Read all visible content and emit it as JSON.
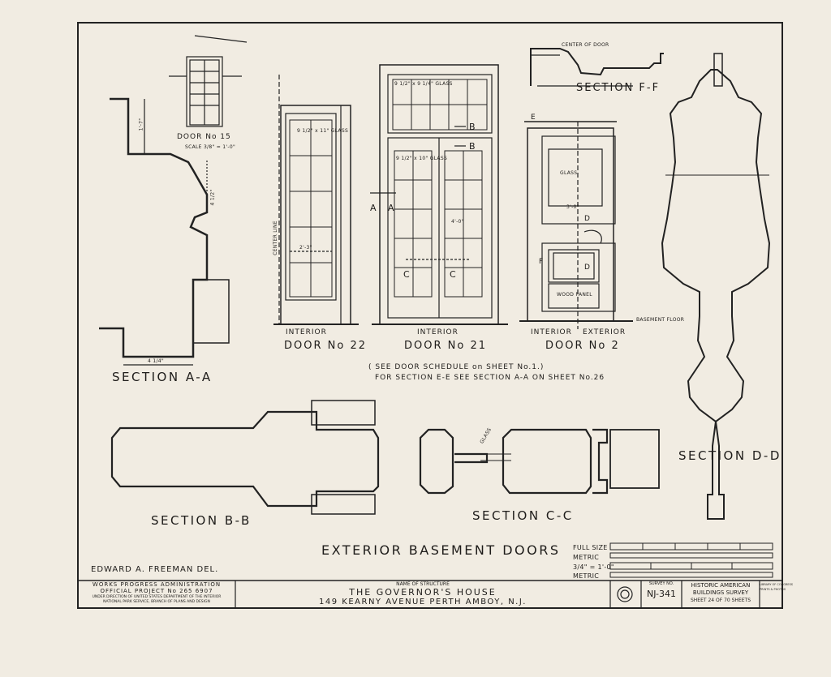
{
  "drawing": {
    "title": "EXTERIOR BASEMENT DOORS",
    "delineator": "EDWARD A. FREEMAN DEL.",
    "notes": [
      "( SEE DOOR SCHEDULE on SHEET No.1.)",
      "FOR SECTION E-E SEE SECTION A-A ON SHEET No.26"
    ]
  },
  "views": {
    "door15": {
      "label": "DOOR No 15",
      "scale": "SCALE 3/8\" = 1'-0\""
    },
    "door22": {
      "label": "DOOR No 22",
      "sub": "INTERIOR",
      "dim": "2'-3\"",
      "centerline": "CENTER LINE",
      "glass": "9 1/2\" x 11\" GLASS"
    },
    "door21": {
      "label": "DOOR No 21",
      "sub": "INTERIOR",
      "dim": "4'-0\"",
      "glass_top": "9 1/2\" x 9 1/4\" GLASS",
      "glass_low": "9 1/2\" x 10\" GLASS"
    },
    "door2": {
      "label": "DOOR No 2",
      "sub_left": "INTERIOR",
      "sub_right": "EXTERIOR",
      "dim": "3'-0\"",
      "glass": "GLASS",
      "floor": "BASEMENT FLOOR",
      "panel": "WOOD PANEL"
    },
    "sectionAA": {
      "label": "SECTION A-A",
      "dims": [
        "1'-7\"",
        "4 1/2\"",
        "4 1/4\""
      ]
    },
    "sectionBB": {
      "label": "SECTION B-B"
    },
    "sectionCC": {
      "label": "SECTION C-C",
      "glass": "GLASS"
    },
    "sectionDD": {
      "label": "SECTION D-D"
    },
    "sectionFF": {
      "label": "SECTION F-F",
      "note": "CENTER OF DOOR"
    },
    "markers": {
      "A": "A",
      "B": "B",
      "C": "C",
      "D": "D",
      "E": "E",
      "F": "F"
    }
  },
  "scale_bar": {
    "labels": [
      "FULL SIZE",
      "METRIC",
      "3/4\" = 1'-0\"",
      "METRIC"
    ]
  },
  "title_block": {
    "agency_line1": "WORKS PROGRESS ADMINISTRATION",
    "agency_line2": "OFFICIAL PROJECT No 265 6907",
    "agency_line3": "UNDER DIRECTION OF UNITED STATES DEPARTMENT OF THE INTERIOR",
    "agency_line4": "NATIONAL PARK SERVICE, BRANCH OF PLANS AND DESIGN",
    "name_caption": "NAME OF STRUCTURE",
    "structure_name": "THE GOVERNOR'S HOUSE",
    "address": "149 KEARNY AVENUE   PERTH AMBOY,   N.J.",
    "survey_caption": "SURVEY NO.",
    "survey_no": "NJ-341",
    "habs_line1": "HISTORIC AMERICAN",
    "habs_line2": "BUILDINGS SURVEY",
    "sheet_text": "SHEET 24 OF 70 SHEETS",
    "library_line1": "LIBRARY OF CONGRESS",
    "library_line2": "PRINTS & PHOTOS"
  }
}
